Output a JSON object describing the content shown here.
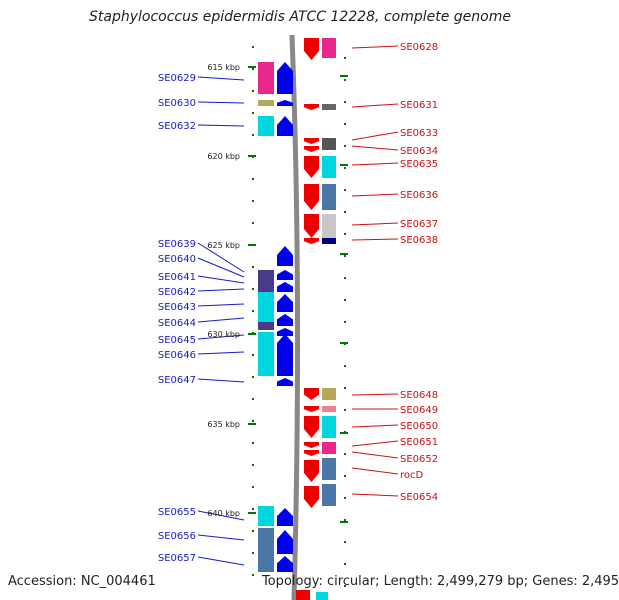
{
  "title": "Staphylococcus epidermidis ATCC 12228, complete genome",
  "footer": {
    "accession": "Accession: NC_004461",
    "info": "Topology: circular; Length: 2,499,279 bp; Genes: 2,495"
  },
  "colors": {
    "backbone": "#888888",
    "forward_gene": "#0000ee",
    "reverse_gene": "#ee0000",
    "left_label": "#1a1acc",
    "right_label": "#cc1111",
    "tick": "#007700"
  },
  "scale_labels": [
    "615 kbp",
    "620 kbp",
    "625 kbp",
    "630 kbp",
    "635 kbp",
    "640 kbp"
  ],
  "left_genes": [
    "SE0629",
    "SE0630",
    "SE0632",
    "SE0639",
    "SE0640",
    "SE0641",
    "SE0642",
    "SE0643",
    "SE0644",
    "SE0645",
    "SE0646",
    "SE0647",
    "SE0655",
    "SE0656",
    "SE0657"
  ],
  "right_genes": [
    "SE0628",
    "SE0631",
    "SE0633",
    "SE0634",
    "SE0635",
    "SE0636",
    "SE0637",
    "SE0638",
    "SE0648",
    "SE0649",
    "SE0650",
    "SE0651",
    "SE0652",
    "rocD",
    "SE0654"
  ]
}
